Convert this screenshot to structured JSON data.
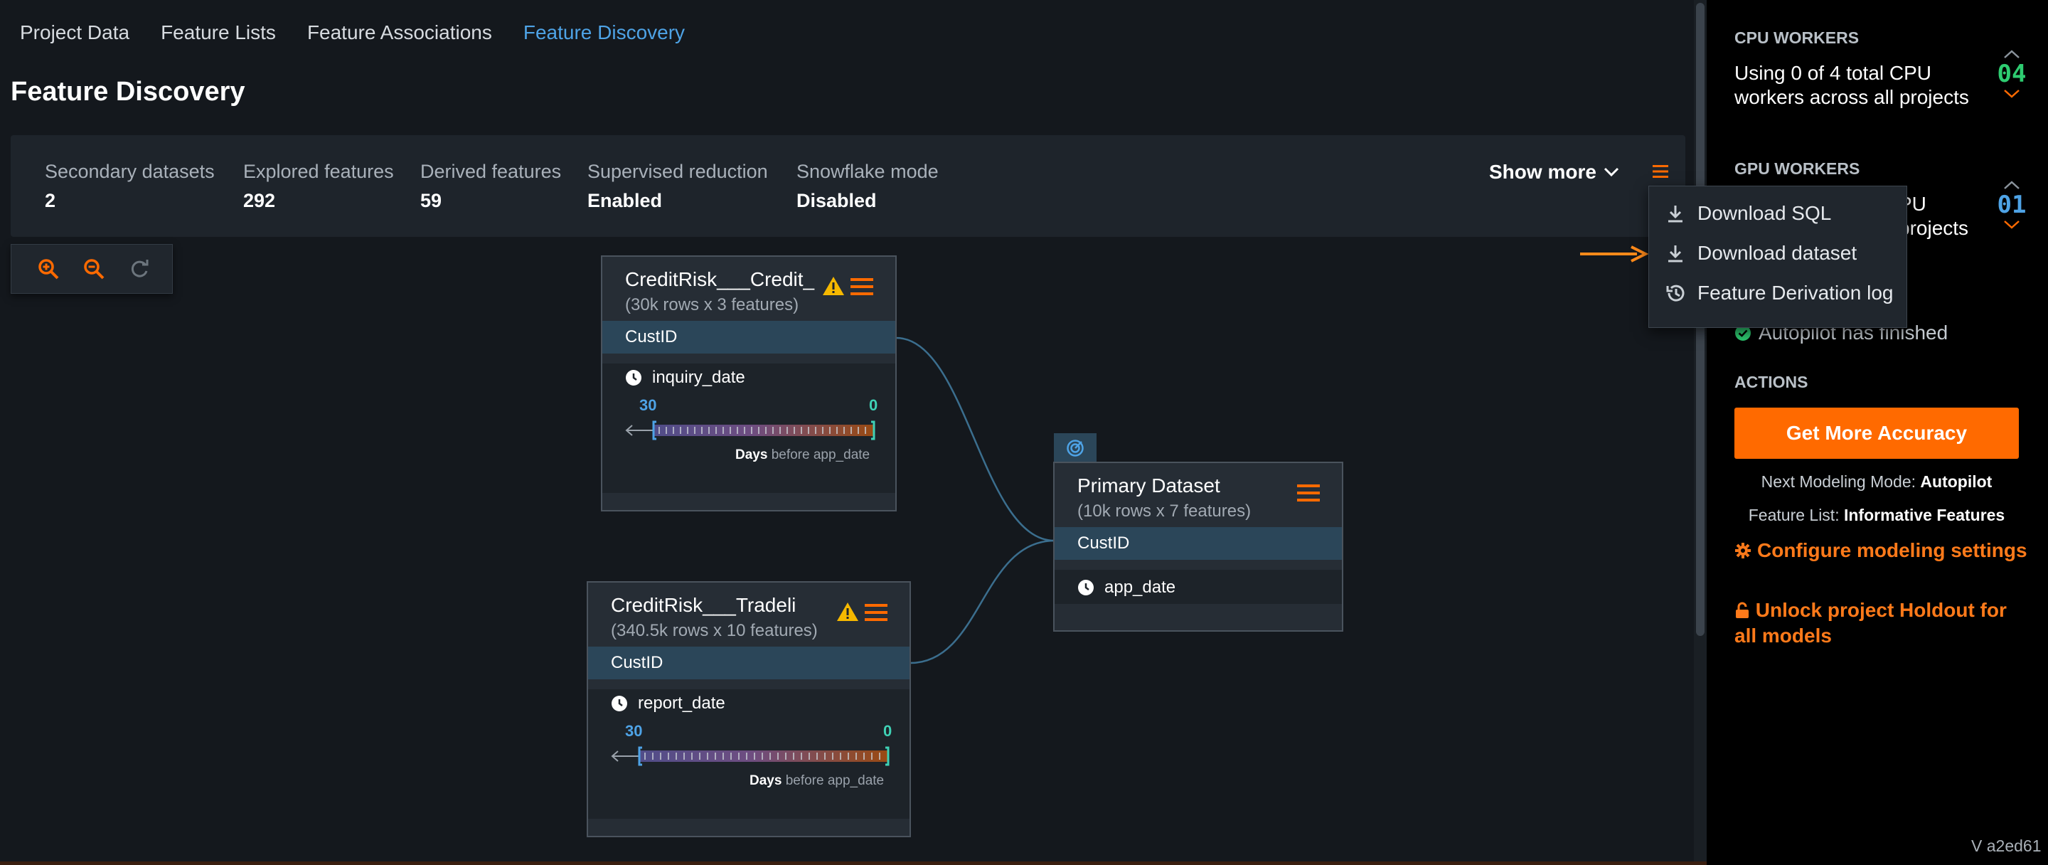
{
  "nav": {
    "tabs": [
      {
        "label": "Project Data"
      },
      {
        "label": "Feature Lists"
      },
      {
        "label": "Feature Associations"
      },
      {
        "label": "Feature Discovery",
        "active": true
      }
    ]
  },
  "page_title": "Feature Discovery",
  "stats": [
    {
      "label": "Secondary datasets",
      "value": "2"
    },
    {
      "label": "Explored features",
      "value": "292"
    },
    {
      "label": "Derived features",
      "value": "59"
    },
    {
      "label": "Supervised reduction",
      "value": "Enabled"
    },
    {
      "label": "Snowflake mode",
      "value": "Disabled"
    }
  ],
  "show_more": "Show more",
  "menu": {
    "items": [
      {
        "label": "Download SQL",
        "icon": "download-icon"
      },
      {
        "label": "Download dataset",
        "icon": "download-icon"
      },
      {
        "label": "Feature Derivation log",
        "icon": "history-icon"
      }
    ]
  },
  "graph": {
    "nodes": [
      {
        "title": "CreditRisk___Credit_",
        "subtitle": "(30k rows x 3 features)",
        "key": "CustID",
        "field": "inquiry_date",
        "range_from": "30",
        "range_to": "0",
        "days_bold": "Days",
        "days_text": " before app_date",
        "warning": true
      },
      {
        "title": "CreditRisk___Tradeli",
        "subtitle": "(340.5k rows x 10 features)",
        "key": "CustID",
        "field": "report_date",
        "range_from": "30",
        "range_to": "0",
        "days_bold": "Days",
        "days_text": " before app_date",
        "warning": true
      },
      {
        "title": "Primary Dataset",
        "subtitle": "(10k rows x 7 features)",
        "key": "CustID",
        "field": "app_date",
        "primary": true
      }
    ]
  },
  "panel": {
    "cpu": {
      "label": "CPU WORKERS",
      "text": "Using 0 of 4 total CPU workers across all projects",
      "count": "04",
      "color": "#2ecc71"
    },
    "gpu": {
      "label": "GPU WORKERS",
      "text_right": "PU\nprojects",
      "count": "01",
      "color": "#4ea3e6"
    },
    "status": "Autopilot has finished",
    "actions_label": "ACTIONS",
    "accuracy_button": "Get More Accuracy",
    "modeling_mode_label": "Next Modeling Mode: ",
    "modeling_mode_value": "Autopilot",
    "feature_list_label": "Feature List: ",
    "feature_list_value": "Informative Features",
    "configure_link": "Configure modeling settings",
    "unlock_link": "Unlock project Holdout for all models",
    "version": "V a2ed61"
  },
  "colors": {
    "accent": "#ff6a00",
    "link_blue": "#4ea3e6",
    "key_row": "#2b4659",
    "range_start": "#4ea3e6",
    "range_end": "#3fd1b5"
  }
}
